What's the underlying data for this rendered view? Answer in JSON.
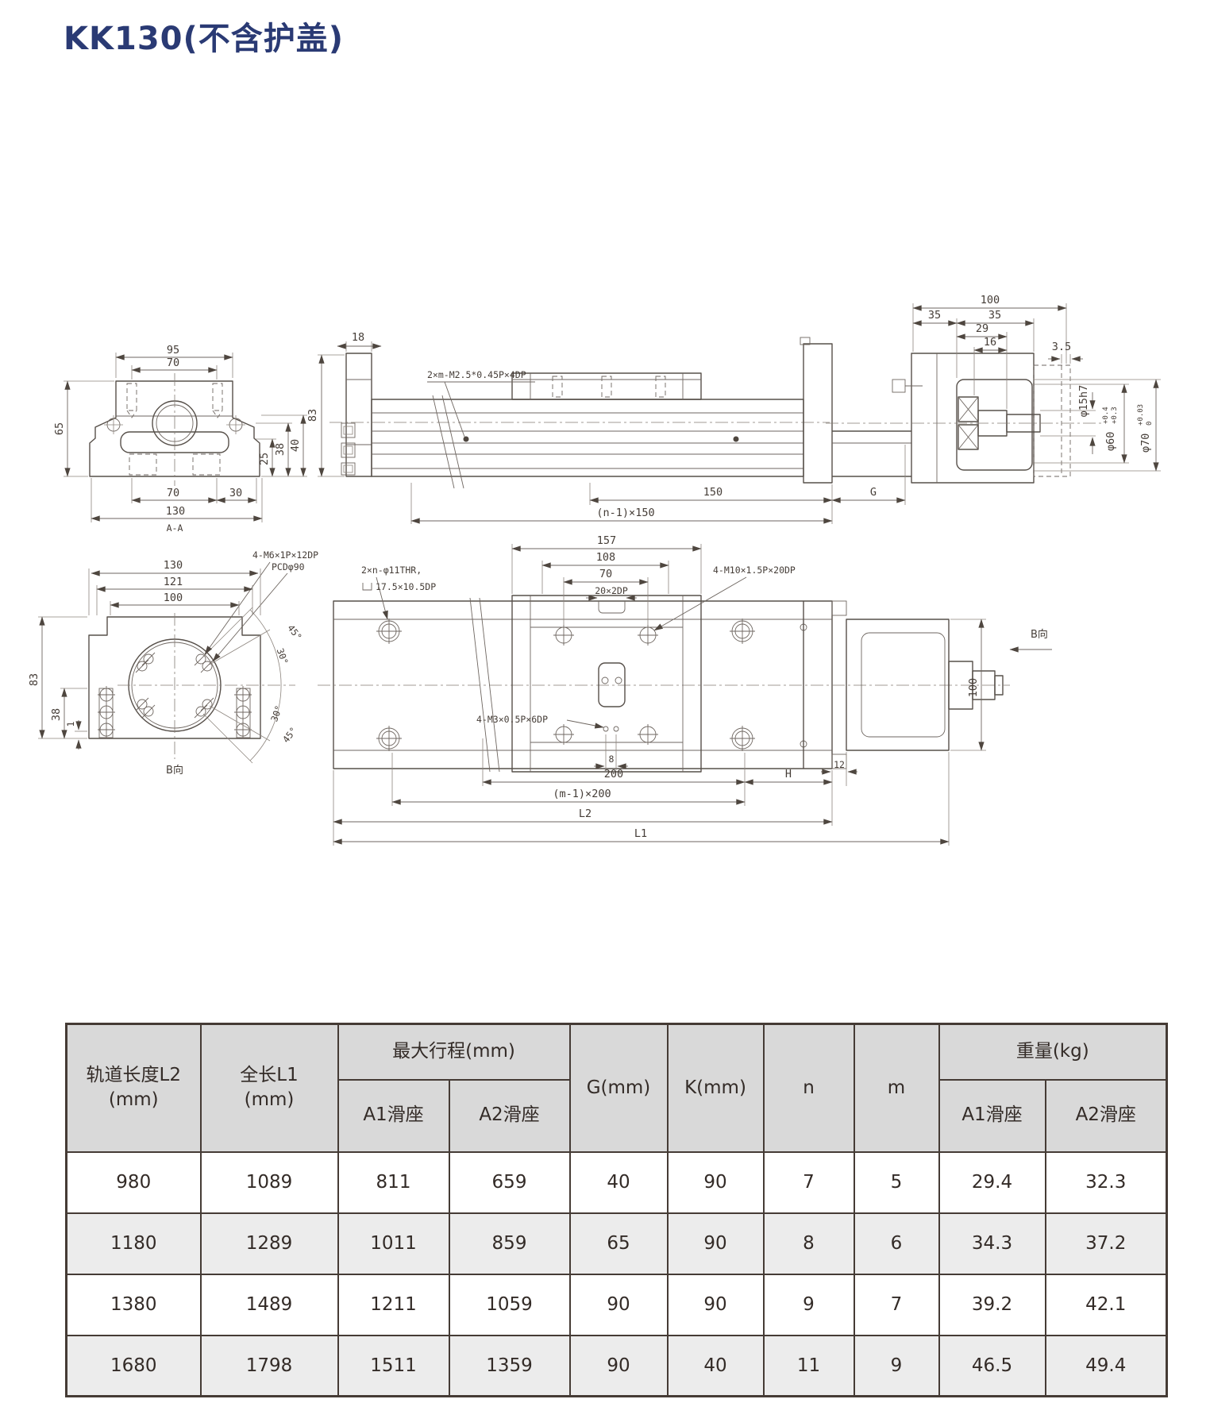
{
  "page": {
    "title": "KK130(不含护盖)"
  },
  "drawings": {
    "section_aa": {
      "label": "A-A",
      "d95": "95",
      "d70t": "70",
      "d65": "65",
      "d25": "25",
      "d38": "38",
      "d40": "40",
      "d70b": "70",
      "d30": "30",
      "d130": "130"
    },
    "side": {
      "d18": "18",
      "d83": "83",
      "note_screws": "2×m-M2.5*0.45P×4DP",
      "d150": "150",
      "dn150": "(n-1)×150",
      "dG": "G"
    },
    "motor": {
      "d100": "100",
      "d35a": "35",
      "d35b": "35",
      "d29": "29",
      "d16": "16",
      "d3_5": "3.5",
      "dia15": "φ15h7",
      "dia60": "φ60",
      "t60u": "+0.4",
      "t60l": "+0.3",
      "dia70": "φ70",
      "t70u": "+0.03",
      "t70l": "0"
    },
    "bview": {
      "note1": "4-M6×1P×12DP",
      "note2": "PCDφ90",
      "d130": "130",
      "d121": "121",
      "d100": "100",
      "d83": "83",
      "d38": "38",
      "d1": "1",
      "a45t": "45°",
      "a30t": "30°",
      "a30b": "30°",
      "a45b": "45°",
      "label": "B向"
    },
    "plan": {
      "d157": "157",
      "d108": "108",
      "d70": "70",
      "d20": "20×2DP",
      "note_thru": "2×n-φ11THR,",
      "note_cbore": "17.5×10.5DP",
      "note_m10": "4-M10×1.5P×20DP",
      "note_m3": "4-M3×0.5P×6DP",
      "d8": "8",
      "d200": "200",
      "dm200": "(m-1)×200",
      "dL2": "L2",
      "dL1": "L1",
      "dH": "H",
      "d12": "12",
      "d100": "100",
      "label": "B向"
    }
  },
  "table": {
    "headers": {
      "l2_1": "轨道长度L2",
      "l2_2": "(mm)",
      "l1_1": "全长L1",
      "l1_2": "(mm)",
      "stroke": "最大行程(mm)",
      "a1": "A1滑座",
      "a2": "A2滑座",
      "g": "G(mm)",
      "k": "K(mm)",
      "n": "n",
      "m": "m",
      "weight": "重量(kg)",
      "wa1": "A1滑座",
      "wa2": "A2滑座"
    },
    "rows": [
      [
        "980",
        "1089",
        "811",
        "659",
        "40",
        "90",
        "7",
        "5",
        "29.4",
        "32.3"
      ],
      [
        "1180",
        "1289",
        "1011",
        "859",
        "65",
        "90",
        "8",
        "6",
        "34.3",
        "37.2"
      ],
      [
        "1380",
        "1489",
        "1211",
        "1059",
        "90",
        "90",
        "9",
        "7",
        "39.2",
        "42.1"
      ],
      [
        "1680",
        "1798",
        "1511",
        "1359",
        "90",
        "40",
        "11",
        "9",
        "46.5",
        "49.4"
      ]
    ]
  }
}
